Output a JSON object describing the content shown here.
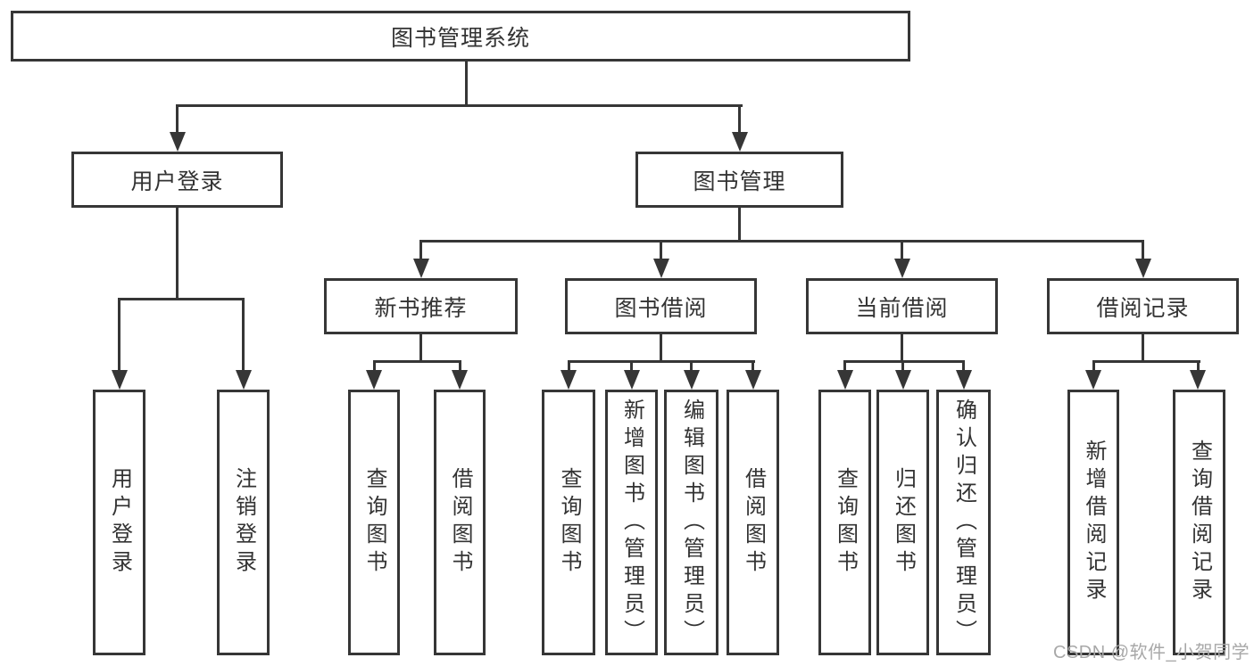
{
  "diagram_title": "图书管理系统",
  "nodes": {
    "root": {
      "label": "图书管理系统"
    },
    "user_login_branch": {
      "label": "用户登录"
    },
    "book_management": {
      "label": "图书管理"
    },
    "login": {
      "label": "用户登录"
    },
    "logout": {
      "label": "注销登录"
    },
    "new_book_recommend": {
      "label": "新书推荐"
    },
    "book_borrowing": {
      "label": "图书借阅"
    },
    "current_borrowing": {
      "label": "当前借阅"
    },
    "borrowing_records": {
      "label": "借阅记录"
    },
    "nbr_query_books": {
      "label": "查询图书"
    },
    "nbr_borrow_books": {
      "label": "借阅图书"
    },
    "bb_query_books": {
      "label": "查询图书"
    },
    "bb_add_books_admin": {
      "label": "新增图书（管理员）"
    },
    "bb_edit_books_admin": {
      "label": "编辑图书（管理员）"
    },
    "bb_borrow_books": {
      "label": "借阅图书"
    },
    "cb_query_books": {
      "label": "查询图书"
    },
    "cb_return_books": {
      "label": "归还图书"
    },
    "cb_confirm_return_admin": {
      "label": "确认归还（管理员）"
    },
    "br_add_record": {
      "label": "新增借阅记录"
    },
    "br_query_record": {
      "label": "查询借阅记录"
    }
  },
  "hierarchy": {
    "root": [
      "user_login_branch",
      "book_management"
    ],
    "user_login_branch": [
      "login",
      "logout"
    ],
    "book_management": [
      "new_book_recommend",
      "book_borrowing",
      "current_borrowing",
      "borrowing_records"
    ],
    "new_book_recommend": [
      "nbr_query_books",
      "nbr_borrow_books"
    ],
    "book_borrowing": [
      "bb_query_books",
      "bb_add_books_admin",
      "bb_edit_books_admin",
      "bb_borrow_books"
    ],
    "current_borrowing": [
      "cb_query_books",
      "cb_return_books",
      "cb_confirm_return_admin"
    ],
    "borrowing_records": [
      "br_add_record",
      "br_query_record"
    ]
  },
  "watermark": {
    "text": "CSDN @软件_小贺同学"
  },
  "colors": {
    "line": "#363636",
    "text": "#333333",
    "watermark": "#a8a8a8",
    "background": "#ffffff"
  }
}
